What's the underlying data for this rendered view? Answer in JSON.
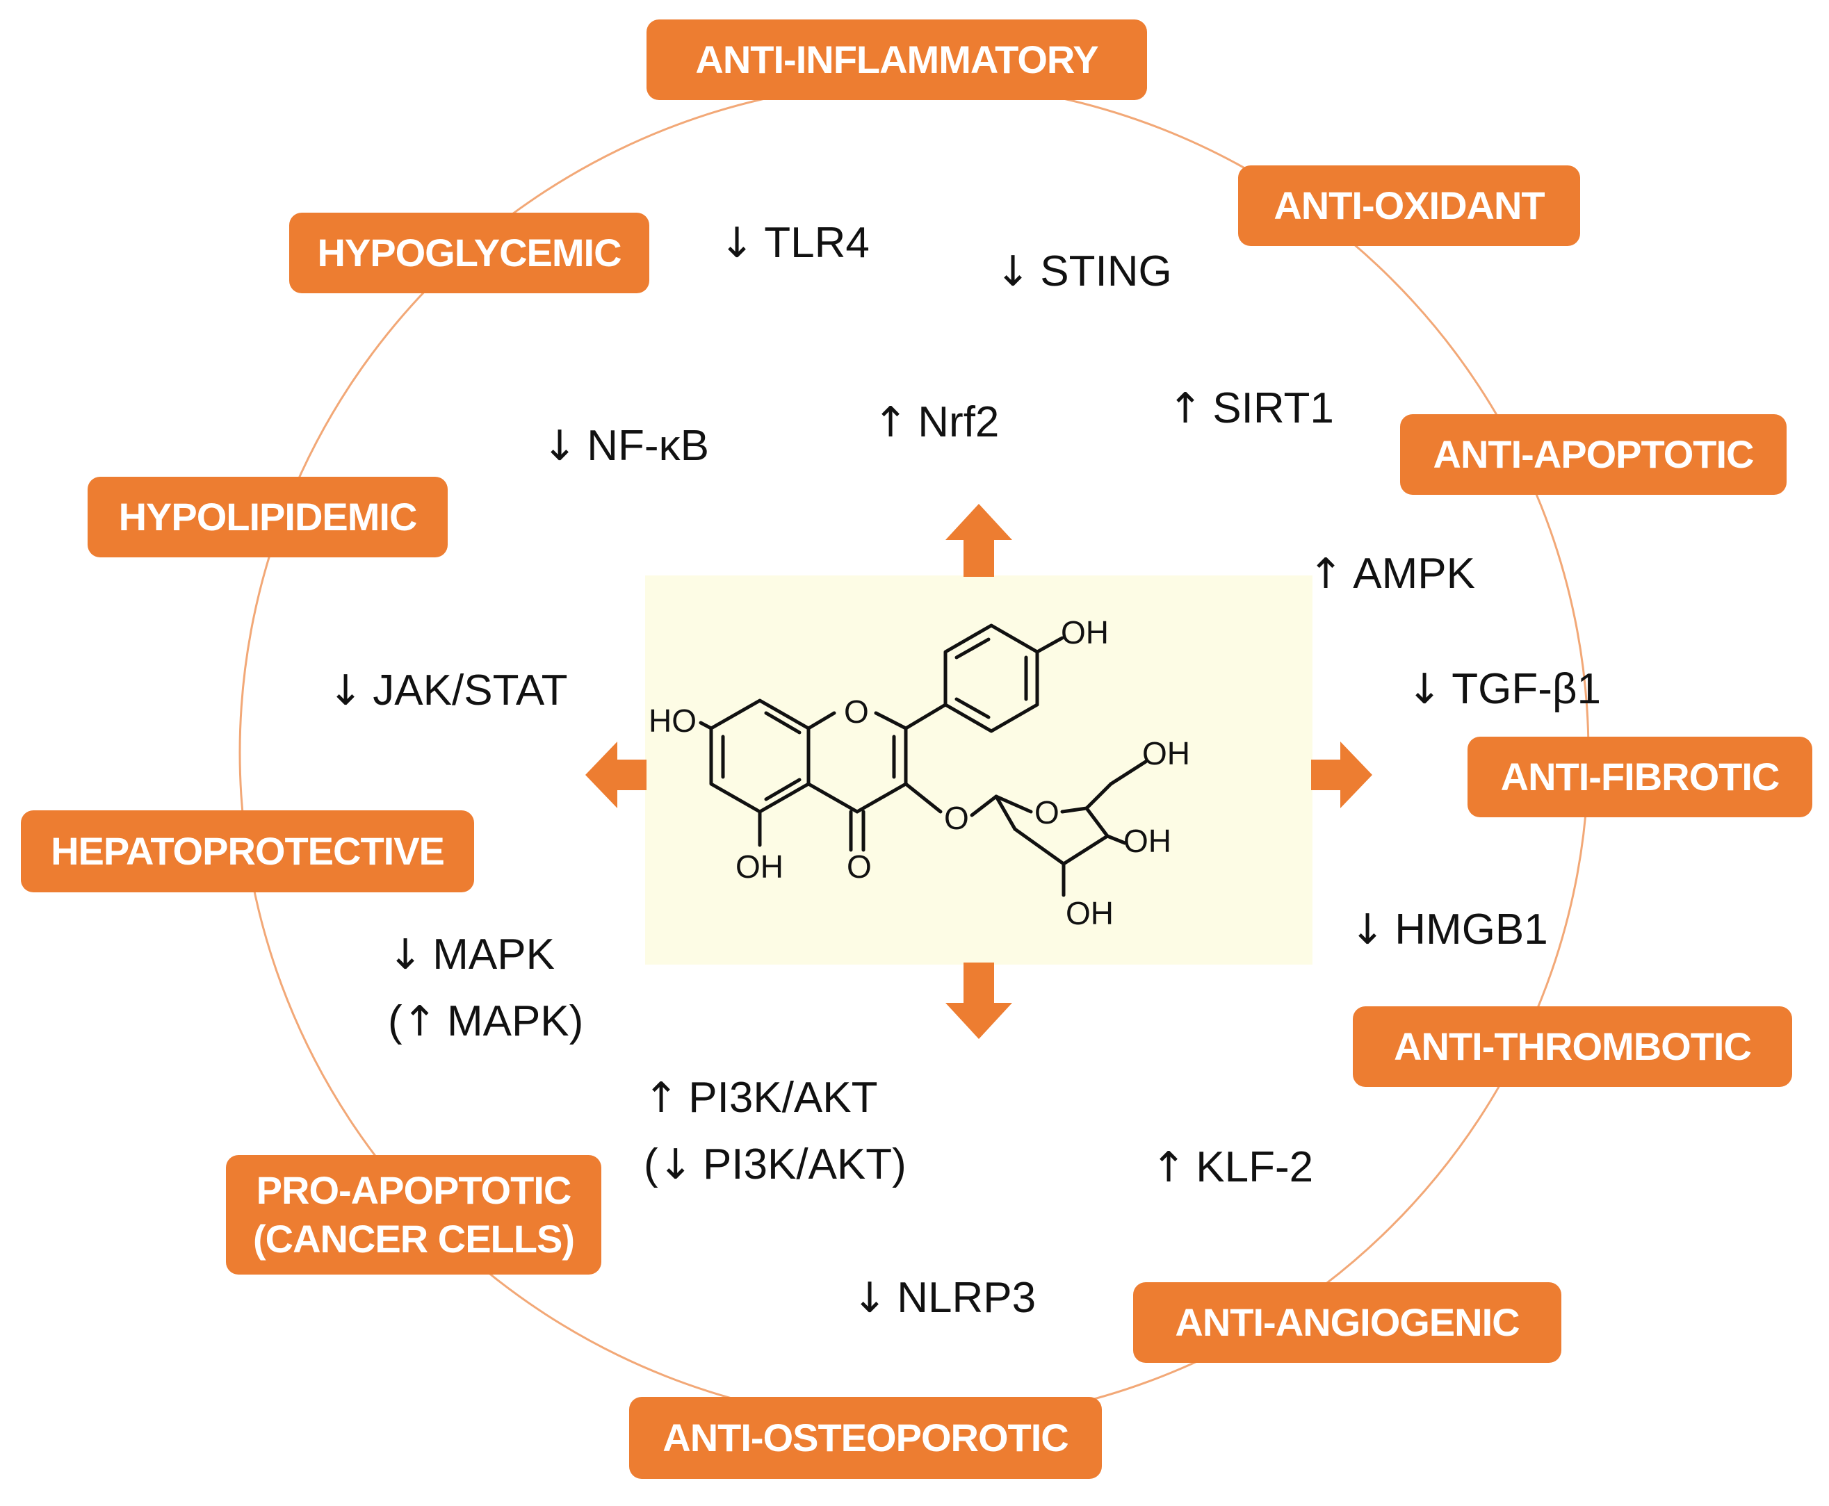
{
  "colors": {
    "accent": "#ED7D31",
    "panel": "#FDFCE5",
    "ring": "#F2A877",
    "text": "#111111"
  },
  "effects": {
    "anti_inflammatory": "ANTI-INFLAMMATORY",
    "anti_oxidant": "ANTI-OXIDANT",
    "anti_apoptotic": "ANTI-APOPTOTIC",
    "anti_fibrotic": "ANTI-FIBROTIC",
    "anti_thrombotic": "ANTI-THROMBOTIC",
    "anti_angiogenic": "ANTI-ANGIOGENIC",
    "anti_osteoporotic": "ANTI-OSTEOPOROTIC",
    "pro_apoptotic_line1": "PRO-APOPTOTIC",
    "pro_apoptotic_line2": "(CANCER CELLS)",
    "hepatoprotective": "HEPATOPROTECTIVE",
    "hypolipidemic": "HYPOLIPIDEMIC",
    "hypoglycemic": "HYPOGLYCEMIC"
  },
  "targets": {
    "tlr4": {
      "arrow": "↓",
      "label": "TLR4"
    },
    "sting": {
      "arrow": "↓",
      "label": "STING"
    },
    "nrf2": {
      "arrow": "↑",
      "label": "Nrf2"
    },
    "sirt1": {
      "arrow": "↑",
      "label": "SIRT1"
    },
    "nfkb": {
      "arrow": "↓",
      "label": "NF-κB"
    },
    "ampk": {
      "arrow": "↑",
      "label": "AMPK"
    },
    "tgfb1": {
      "arrow": "↓",
      "label": "TGF-β1"
    },
    "jakstat": {
      "arrow": "↓",
      "label": "JAK/STAT"
    },
    "hmgb1": {
      "arrow": "↓",
      "label": "HMGB1"
    },
    "mapk": {
      "arrow": "↓",
      "label": "MAPK",
      "alt_open": "(",
      "alt_arrow": "↑",
      "alt_label": "MAPK)"
    },
    "pi3k": {
      "arrow": "↑",
      "label": "PI3K/AKT",
      "alt_open": "(",
      "alt_arrow": "↓",
      "alt_label": "PI3K/AKT)"
    },
    "klf2": {
      "arrow": "↑",
      "label": "KLF-2"
    },
    "nlrp3": {
      "arrow": "↓",
      "label": "NLRP3"
    }
  },
  "molecule": {
    "oh_b_ring": "OH",
    "ho_a_ring": "HO",
    "o_ring": "O",
    "oh_5": "OH",
    "o_carbonyl": "O",
    "o_glyco": "O",
    "o_sugar": "O",
    "oh_ch2": "OH",
    "oh_sugar_1": "OH",
    "oh_sugar_2": "OH"
  }
}
